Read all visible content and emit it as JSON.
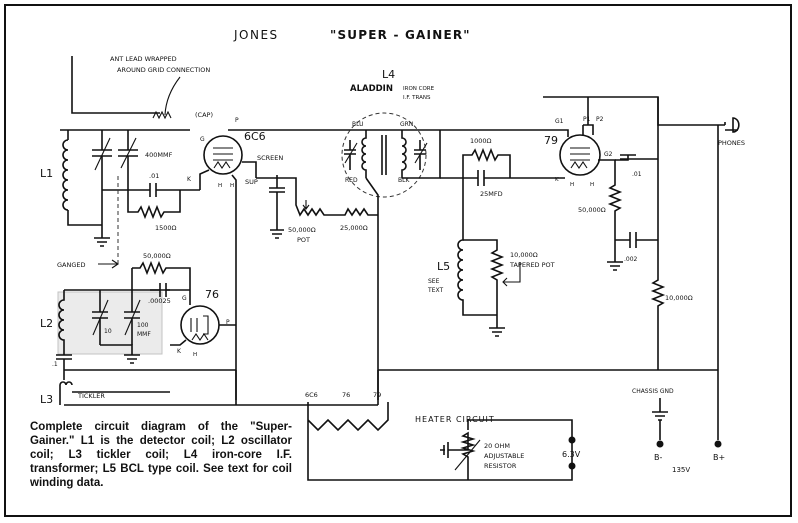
{
  "title": {
    "name": "JONES",
    "model": "\"SUPER - GAINER\""
  },
  "labels": {
    "ant_lead_1": "ANT LEAD WRAPPED",
    "ant_lead_2": "AROUND GRID CONNECTION",
    "cap": "(CAP)",
    "tube_6c6": "6C6",
    "tube_79": "79",
    "tube_76": "76",
    "g": "G",
    "p": "P",
    "k": "K",
    "h": "H",
    "screen": "SCREEN",
    "sup": "SUP",
    "c400": "400MMF",
    "c01": ".01",
    "r1500": "1500Ω",
    "l1": "L1",
    "l2": "L2",
    "l3": "L3",
    "l4": "L4",
    "l5": "L5",
    "aladdin": "ALADDIN",
    "iron_core": "IRON CORE",
    "if_trans": "I.F. TRANS",
    "blu": "BLU",
    "grn": "GRN",
    "red": "RED",
    "blk": "BLK",
    "r50k_pot": "50,000Ω",
    "pot": "POT",
    "r25k": "25,000Ω",
    "r1000": "1000Ω",
    "c25": "25MFD",
    "g1": "G1",
    "p1": "P1",
    "p2": "P2",
    "g2": "G2",
    "c01b": ".01",
    "r50k": "50,000Ω",
    "c002": ".002",
    "r10k": "10,000Ω",
    "phones": "PHONES",
    "ganged": "GANGED",
    "r50k_76": "50,000Ω",
    "c00025": ".00025",
    "c10": "10",
    "c100": "100",
    "mmf": "MMF",
    "c1": ".1",
    "r10k_pot": "10,000Ω",
    "tapered_pot": "TAPERED POT",
    "see": "SEE",
    "text": "TEXT",
    "tickler": "TICKLER",
    "heater_circuit": "HEATER CIRCUIT",
    "h6c6": "6C6",
    "h76": "76",
    "h79": "79",
    "ohm20": "20 OHM",
    "adjustable": "ADJUSTABLE",
    "resistor": "RESISTOR",
    "v63": "6.3V",
    "chassis_gnd": "CHASSIS GND",
    "bminus": "B-",
    "bplus": "B+",
    "v135": "135V"
  },
  "caption": "Complete circuit diagram of the \"Super-Gainer.\" L1 is the detector coil; L2 oscillator coil; L3 tickler coil; L4 iron-core I.F. transformer; L5 BCL type coil. See text for coil winding data."
}
